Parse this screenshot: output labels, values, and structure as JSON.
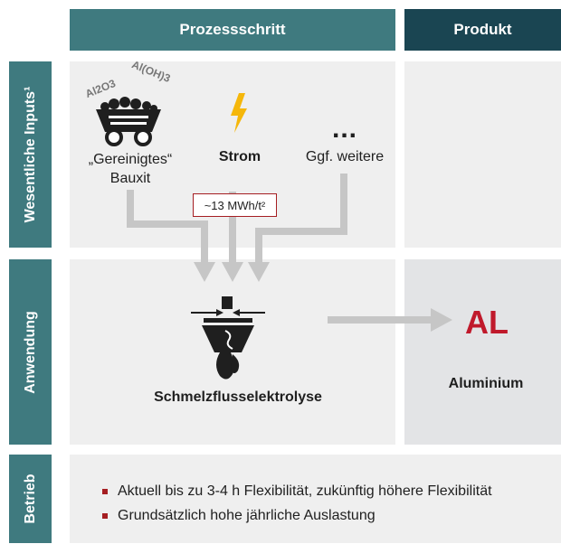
{
  "title": "Schmelzflusselektrolyse – Wertschöpfung",
  "colors": {
    "teal": "#3f7a7f",
    "dark_teal": "#1a4552",
    "panel": "#efefef",
    "arrow": "#c6c6c6",
    "accent_red": "#c0192b"
  },
  "header": {
    "process_label": "Prozessschritt",
    "product_label": "Produkt"
  },
  "rows": {
    "inputs_label": "Wesentliche Inputs¹",
    "application_label": "Anwendung",
    "operation_label": "Betrieb"
  },
  "inputs": {
    "bauxite": {
      "chem1": "Al2O3",
      "chem2": "Al(OH)3",
      "label_line1": "„Gereinigtes“",
      "label_line2": "Bauxit",
      "icon": "mine-cart-icon"
    },
    "power": {
      "label": "Strom",
      "icon": "lightning-icon",
      "consumption": "~13 MWh/t²"
    },
    "more": {
      "ellipsis": "...",
      "label": "Ggf. weitere"
    }
  },
  "application": {
    "process_name": "Schmelzflusselektrolyse",
    "icon": "electrolysis-cell-icon"
  },
  "product": {
    "symbol": "AL",
    "name": "Aluminium"
  },
  "operation": {
    "bullets": [
      "Aktuell bis zu 3-4 h Flexibilität, zukünftig höhere Flexibilität",
      "Grundsätzlich hohe jährliche Auslastung"
    ]
  }
}
